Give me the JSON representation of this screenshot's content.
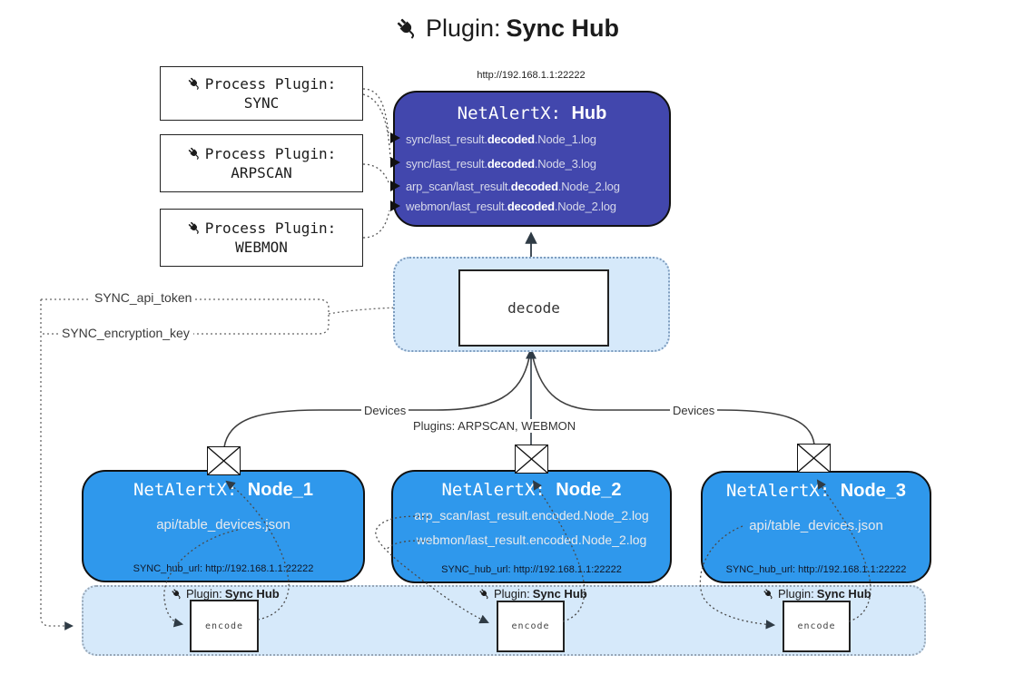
{
  "title": {
    "prefix": "Plugin: ",
    "name": "Sync Hub"
  },
  "process_plugins": [
    {
      "label": "Process Plugin:",
      "name": "SYNC"
    },
    {
      "label": "Process Plugin:",
      "name": "ARPSCAN"
    },
    {
      "label": "Process Plugin:",
      "name": "WEBMON"
    }
  ],
  "hub": {
    "url": "http://192.168.1.1:22222",
    "title_prefix": "NetAlertX: ",
    "title_name": "Hub",
    "lines": [
      {
        "pre": "sync/last_result.",
        "bold": "decoded",
        "post": ".Node_1.log"
      },
      {
        "pre": "sync/last_result.",
        "bold": "decoded",
        "post": ".Node_3.log"
      },
      {
        "pre": "arp_scan/last_result.",
        "bold": "decoded",
        "post": ".Node_2.log"
      },
      {
        "pre": "webmon/last_result.",
        "bold": "decoded",
        "post": ".Node_2.log"
      }
    ]
  },
  "decode": {
    "label": "decode"
  },
  "secrets": {
    "api_token": "SYNC_api_token",
    "encryption_key": "SYNC_encryption_key"
  },
  "edge_labels": {
    "devices_left": "Devices",
    "devices_right": "Devices",
    "plugins_mid": "Plugins: ARPSCAN, WEBMON"
  },
  "nodes": [
    {
      "title_prefix": "NetAlertX: ",
      "title_name": "Node_1",
      "lines": [
        "api/table_devices.json"
      ],
      "footer": "SYNC_hub_url: http://192.168.1.1:22222"
    },
    {
      "title_prefix": "NetAlertX: ",
      "title_name": "Node_2",
      "lines": [
        "arp_scan/last_result.encoded.Node_2.log",
        "webmon/last_result.encoded.Node_2.log"
      ],
      "footer": "SYNC_hub_url: http://192.168.1.1:22222"
    },
    {
      "title_prefix": "NetAlertX: ",
      "title_name": "Node_3",
      "lines": [
        "api/table_devices.json"
      ],
      "footer": "SYNC_hub_url: http://192.168.1.1:22222"
    }
  ],
  "encoder_bar": {
    "label_prefix": "Plugin: ",
    "label_name": "Sync Hub",
    "encode_label": "encode"
  },
  "colors": {
    "hub_fill": "#4247ad",
    "node_fill": "#2f98ec",
    "panel_fill": "#d6e9fa",
    "line": "#3f3f3f"
  }
}
